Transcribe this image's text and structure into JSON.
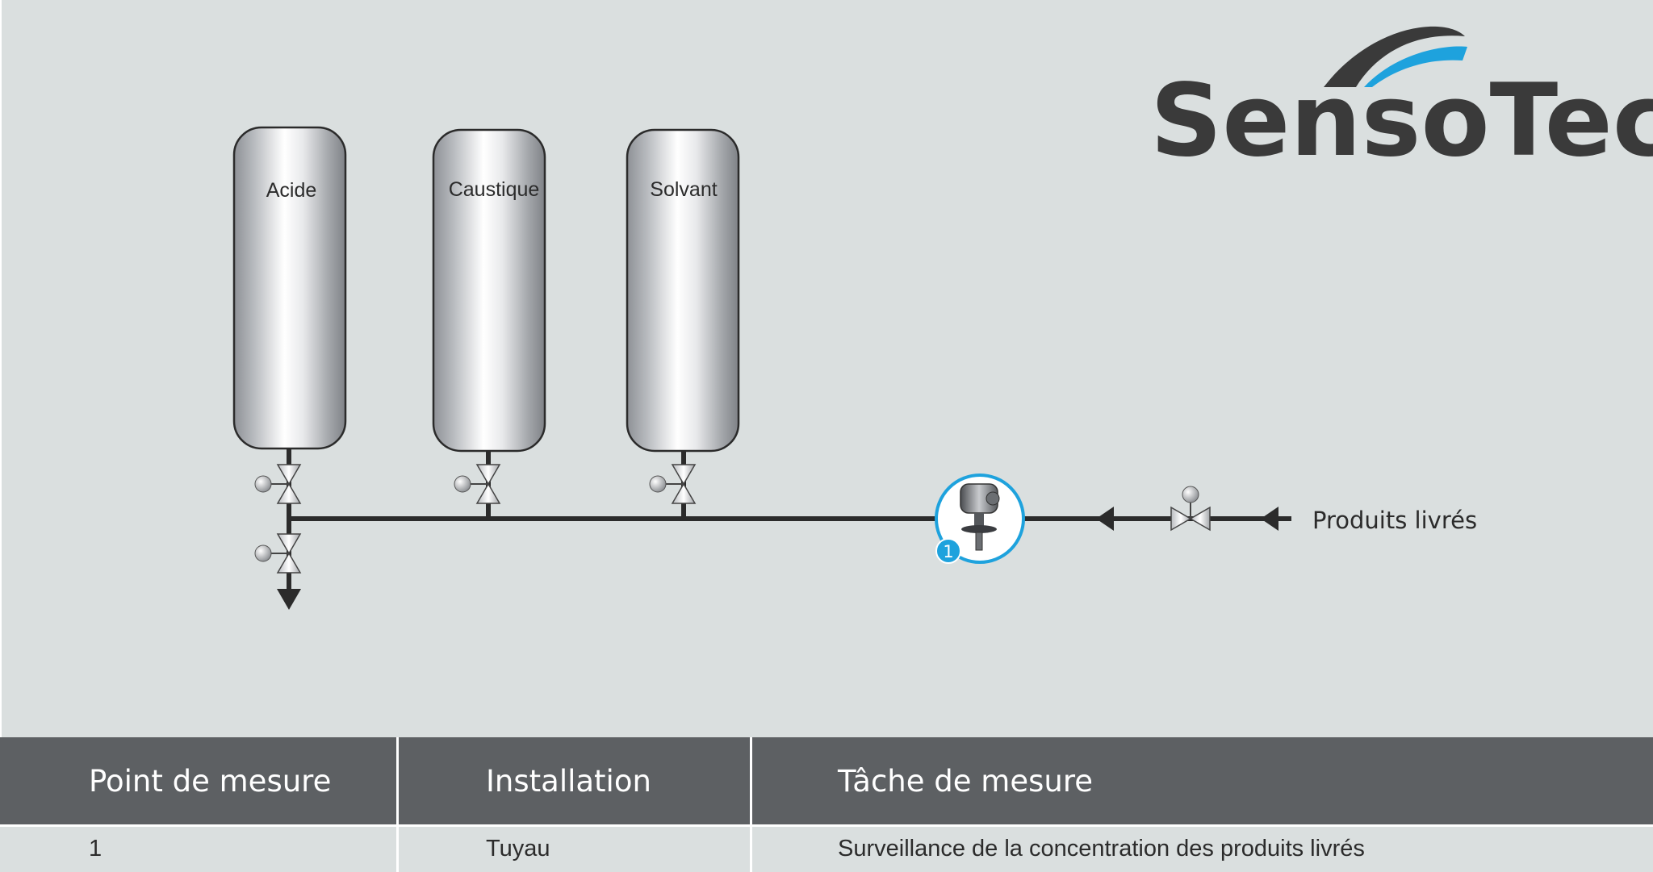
{
  "logo": {
    "text": "SensoTech",
    "arc_dark": "#3a3a3a",
    "arc_accent": "#1ea2dd"
  },
  "tanks": [
    {
      "label": "Acide"
    },
    {
      "label": "Caustique"
    },
    {
      "label": "Solvant"
    }
  ],
  "sensor": {
    "badge": "1",
    "ring_color": "#1ea2dd",
    "icon": "density-sensor-icon"
  },
  "delivered": {
    "label": "Produits livrés"
  },
  "table": {
    "headers": [
      "Point de mesure",
      "Installation",
      "Tâche de mesure"
    ],
    "rows": [
      [
        "1",
        "Tuyau",
        "Surveillance de la concentration des produits livrés"
      ]
    ]
  },
  "colors": {
    "background": "#dadfdf",
    "table_header": "#5d6063",
    "pipe": "#2b2b2b"
  }
}
